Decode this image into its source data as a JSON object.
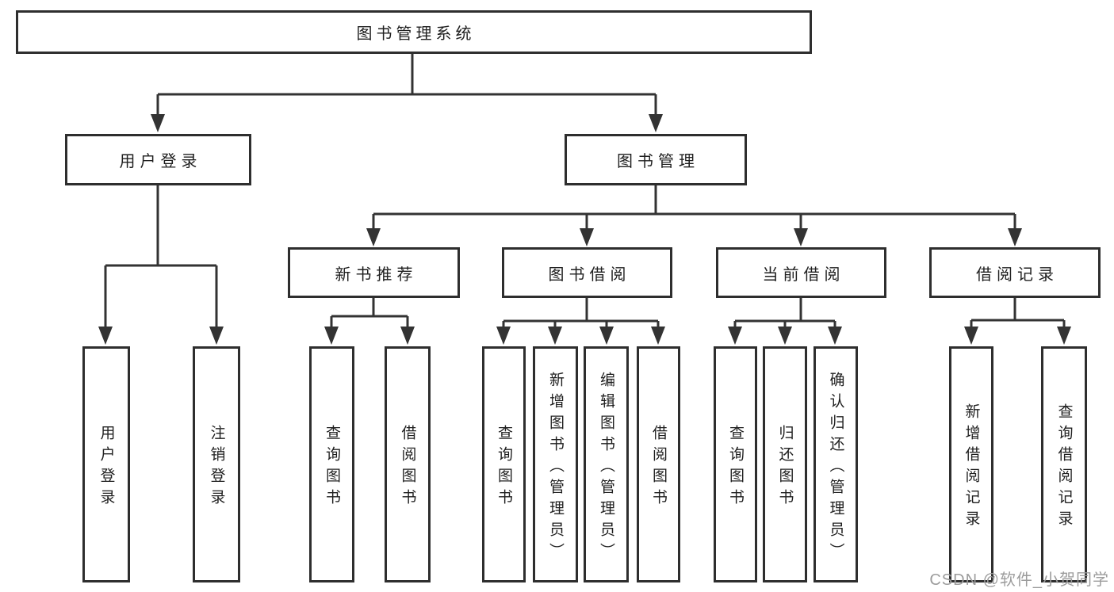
{
  "tree": {
    "root": {
      "label": "图书管理系统"
    },
    "branches": [
      {
        "label": "用户登录",
        "leaves": [
          "用户登录",
          "注销登录"
        ]
      },
      {
        "label": "图书管理",
        "groups": [
          {
            "label": "新书推荐",
            "leaves": [
              "查询图书",
              "借阅图书"
            ]
          },
          {
            "label": "图书借阅",
            "leaves": [
              "查询图书",
              "新增图书（管理员）",
              "编辑图书（管理员）",
              "借阅图书"
            ]
          },
          {
            "label": "当前借阅",
            "leaves": [
              "查询图书",
              "归还图书",
              "确认归还（管理员）"
            ]
          },
          {
            "label": "借阅记录",
            "leaves": [
              "新增借阅记录",
              "查询借阅记录"
            ]
          }
        ]
      }
    ]
  },
  "watermark": {
    "text": "CSDN @软件_小贺同学"
  },
  "colors": {
    "line": "#333333",
    "border": "#2e2e2e",
    "text": "#1f1f1f",
    "background": "#ffffff",
    "watermark": "#9c9c9c"
  }
}
